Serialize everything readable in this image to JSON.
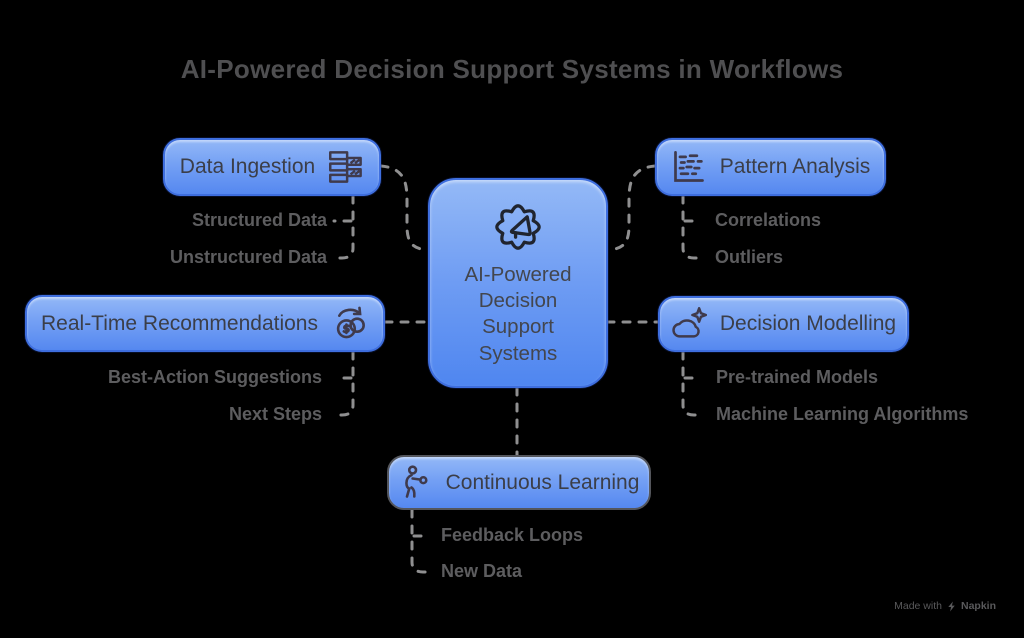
{
  "title": "AI-Powered Decision Support Systems in Workflows",
  "center": {
    "label": "AI-Powered Decision Support Systems",
    "icon": "gear-funnel-icon"
  },
  "nodes": [
    {
      "id": "data-ingestion",
      "label": "Data Ingestion",
      "icon": "data-rows-icon",
      "children": [
        "Structured Data",
        "Unstructured Data"
      ]
    },
    {
      "id": "pattern-analysis",
      "label": "Pattern Analysis",
      "icon": "chart-pattern-icon",
      "children": [
        "Correlations",
        "Outliers"
      ]
    },
    {
      "id": "real-time-recommendations",
      "label": "Real-Time Recommendations",
      "icon": "money-cycle-icon",
      "children": [
        "Best-Action Suggestions",
        "Next Steps"
      ]
    },
    {
      "id": "decision-modelling",
      "label": "Decision Modelling",
      "icon": "cloud-sparkle-icon",
      "children": [
        "Pre-trained Models",
        "Machine Learning Algorithms"
      ]
    },
    {
      "id": "continuous-learning",
      "label": "Continuous Learning",
      "icon": "person-motion-icon",
      "children": [
        "Feedback Loops",
        "New Data"
      ]
    }
  ],
  "watermark": {
    "prefix": "Made with",
    "brand": "Napkin",
    "logo": "napkin-lightning-icon"
  },
  "colors": {
    "background": "#000000",
    "box_gradient_top": "#94b9f6",
    "box_gradient_bottom": "#4f86f0",
    "box_border": "#3e6ede",
    "continuous_learning_border": "#54565c",
    "box_label_text": "#3b3e48",
    "sub_label_text": "#5d5d5f",
    "title_text": "#4f4f51",
    "connector": "#8f8f90",
    "icon_stroke": "#3f3a4c"
  }
}
